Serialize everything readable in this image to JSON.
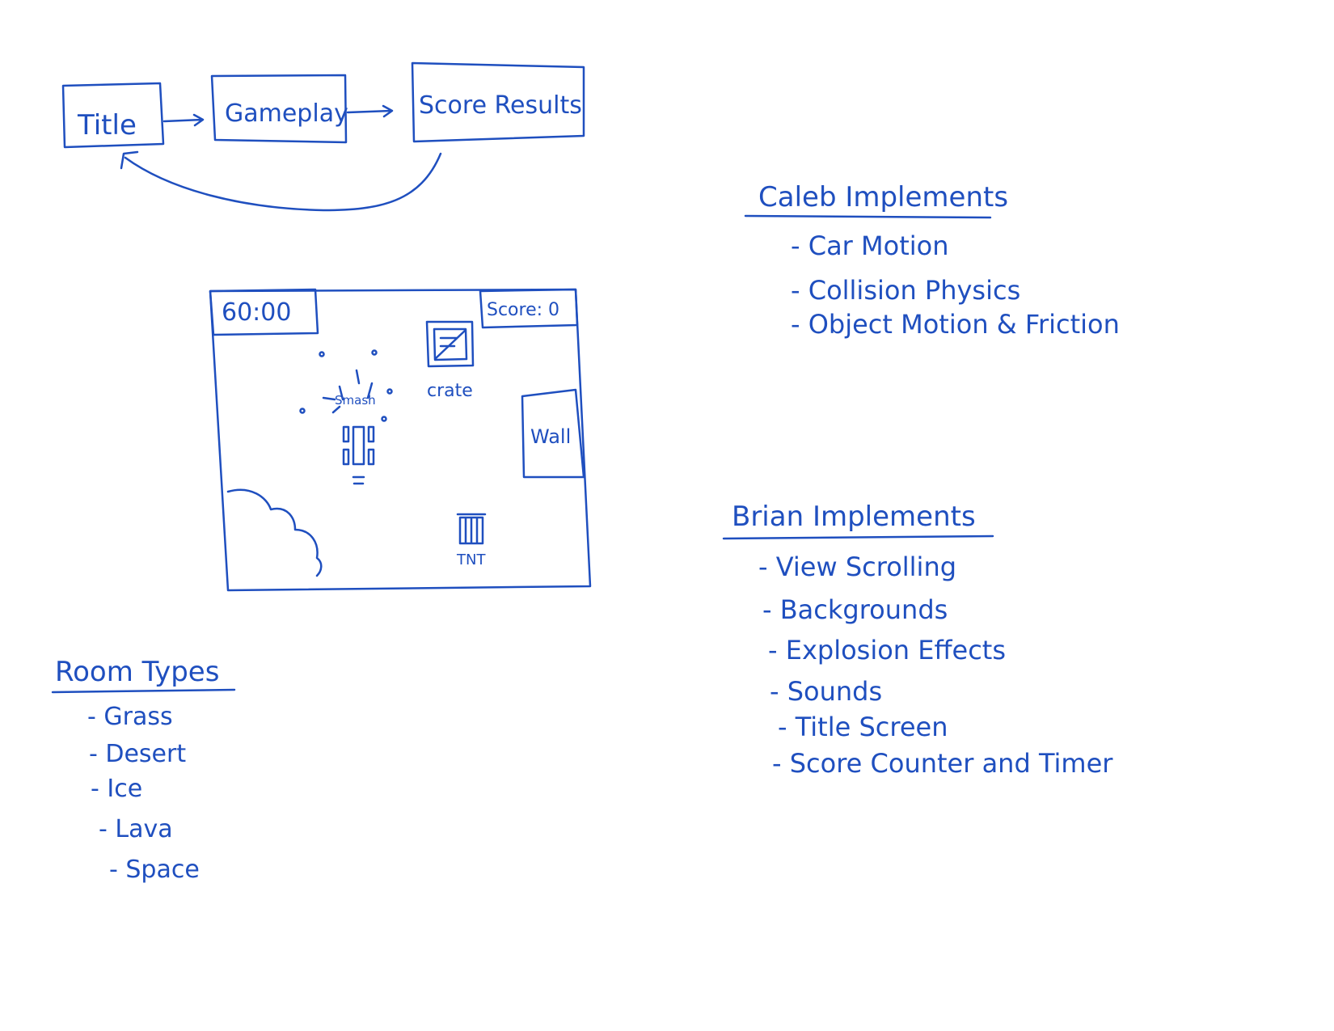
{
  "flow": {
    "title_label": "Title",
    "gameplay_label": "Gameplay",
    "score_results_label": "Score Results"
  },
  "mockup": {
    "timer": "60:00",
    "score": "Score: 0",
    "crate_label": "crate",
    "smash_label": "Smash",
    "wall_label": "Wall",
    "tnt_label": "TNT"
  },
  "caleb": {
    "heading": "Caleb Implements",
    "items": [
      "- Car Motion",
      "- Collision Physics",
      "- Object Motion & Friction"
    ]
  },
  "brian": {
    "heading": "Brian Implements",
    "items": [
      "- View Scrolling",
      "- Backgrounds",
      "- Explosion Effects",
      "- Sounds",
      "- Title Screen",
      "- Score Counter and Timer"
    ]
  },
  "room_types": {
    "heading": "Room Types",
    "items": [
      "- Grass",
      "- Desert",
      "- Ice",
      "- Lava",
      "- Space"
    ]
  },
  "colors": {
    "ink": "#1f4fbf",
    "paper": "#ffffff"
  }
}
